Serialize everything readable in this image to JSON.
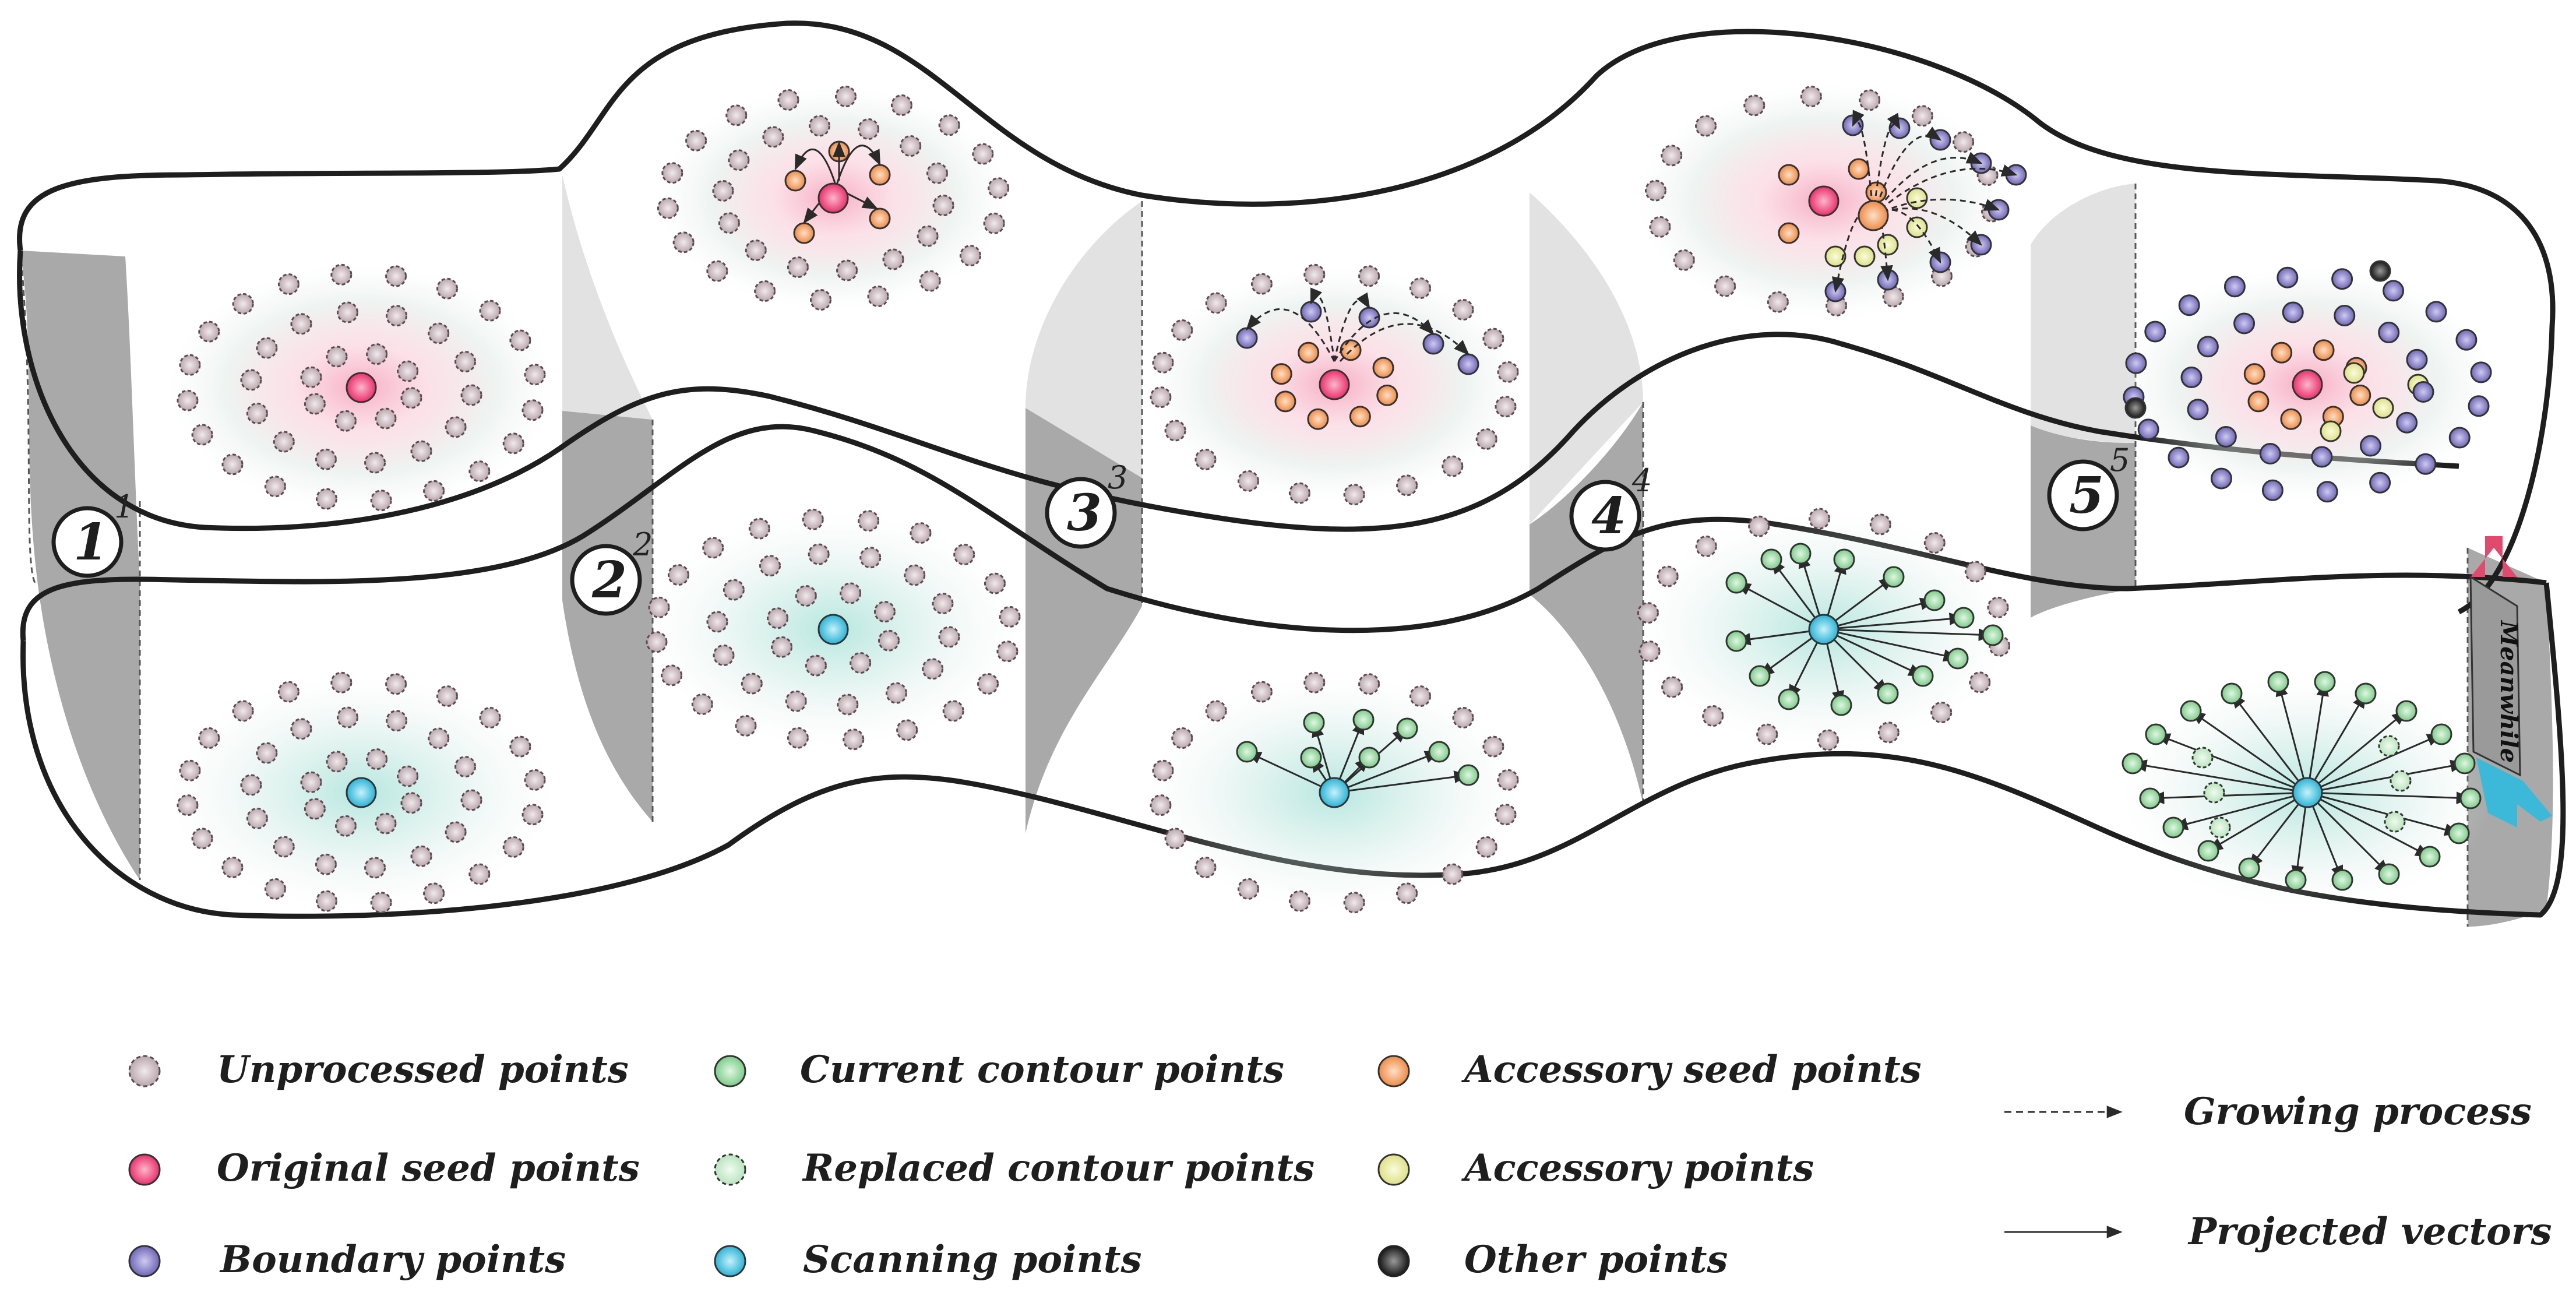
{
  "steps": [
    {
      "number": "1",
      "superscript": "1"
    },
    {
      "number": "2",
      "superscript": "2"
    },
    {
      "number": "3",
      "superscript": "3"
    },
    {
      "number": "4",
      "superscript": "4"
    },
    {
      "number": "5",
      "superscript": "5"
    }
  ],
  "meanwhile_label": "Meanwhile",
  "legend": {
    "unprocessed": "Unprocessed points",
    "original_seed": "Original seed points",
    "boundary": "Boundary points",
    "current_contour": "Current contour points",
    "replaced_contour": "Replaced contour points",
    "scanning": "Scanning points",
    "accessory_seed": "Accessory seed points",
    "accessory": "Accessory points",
    "other": "Other points",
    "growing_process": "Growing process",
    "projected_vectors": "Projected vectors"
  },
  "colors": {
    "unprocessed": "#d2c4c8",
    "original_seed": "#ef3f7a",
    "boundary": "#8079c4",
    "current_contour": "#8fd39a",
    "replaced_contour": "#cdeccd",
    "scanning": "#3ec0dc",
    "accessory_seed": "#f39a5a",
    "accessory": "#e9ec95",
    "other": "#2e2e2e",
    "seed_glow": "#f06a93",
    "scan_glow": "#7dd3c6",
    "band_shade": "#a9a9a9",
    "band_light": "#e2e2e2",
    "arrow_pink": "#e04a6d",
    "arrow_blue": "#3cb8d8",
    "arrow_grey": "#9a9a9a"
  }
}
